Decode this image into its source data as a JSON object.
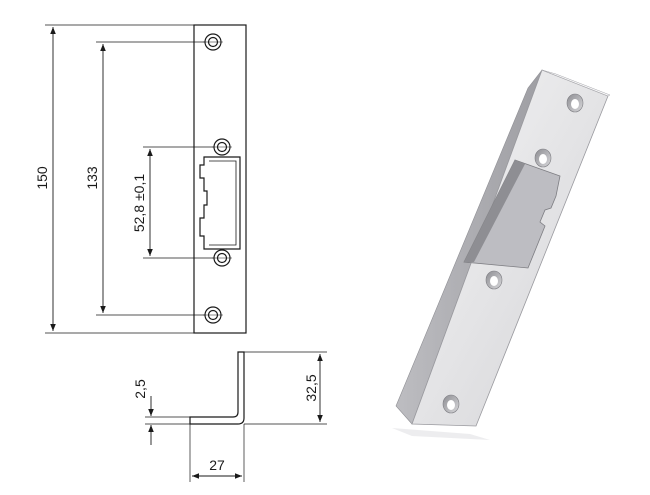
{
  "drawing": {
    "front_view": {
      "overall_height": "150",
      "hole_spacing": "133",
      "opening_height": "52,8 ±0,1"
    },
    "side_view": {
      "material_thickness": "2,5",
      "flange_height": "32,5",
      "flange_width": "27"
    }
  },
  "product_photo": {
    "description_icon": "strike-plate-photo"
  },
  "colors": {
    "line": "#1a1a1a",
    "metal_light": "#e9e9ea",
    "metal_mid": "#cfcfd2",
    "metal_dark": "#a9a9ad"
  }
}
